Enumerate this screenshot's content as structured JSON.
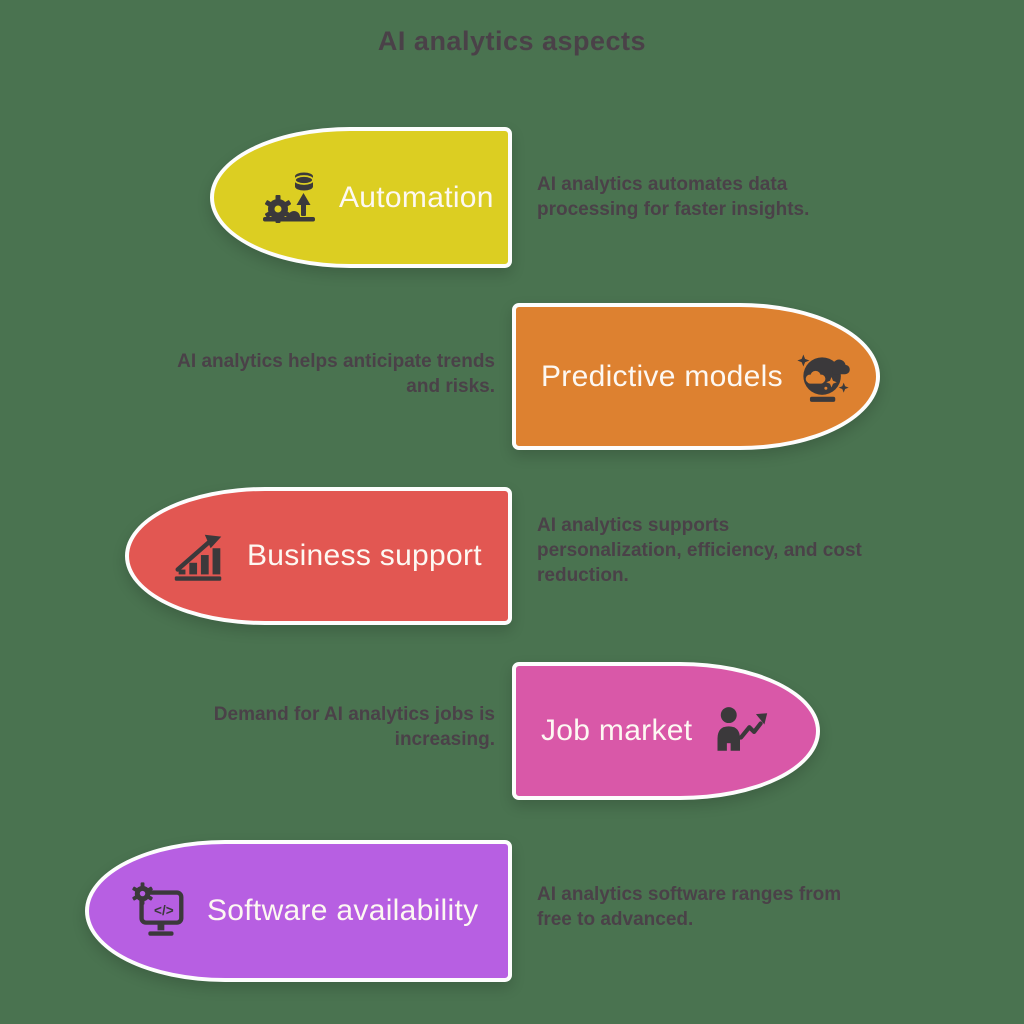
{
  "title": "AI analytics aspects",
  "colors": {
    "background": "#4a7350",
    "text_dark": "#4a4148",
    "card_label": "#fdf8f2",
    "card_border": "#fdfdfd",
    "icon_ink": "#3b393b"
  },
  "rows": [
    {
      "label": "Automation",
      "description": "AI analytics automates data processing for faster insights.",
      "color": "#dcce22",
      "icon": "automation-gear-arrow-database-icon",
      "card_side": "left",
      "description_side": "right"
    },
    {
      "label": "Predictive models",
      "description": "AI analytics helps anticipate trends and risks.",
      "color": "#dd8130",
      "icon": "crystal-ball-icon",
      "card_side": "right",
      "description_side": "left"
    },
    {
      "label": "Business support",
      "description": "AI analytics supports personalization, efficiency, and cost reduction.",
      "color": "#e25752",
      "icon": "bar-chart-growth-icon",
      "card_side": "left",
      "description_side": "right"
    },
    {
      "label": "Job market",
      "description": "Demand for AI analytics jobs is increasing.",
      "color": "#d958a8",
      "icon": "person-trend-arrow-icon",
      "card_side": "right",
      "description_side": "left"
    },
    {
      "label": "Software availability",
      "description": "AI analytics software ranges from free to advanced.",
      "color": "#b75fe2",
      "icon": "software-monitor-gear-code-icon",
      "card_side": "left",
      "description_side": "right"
    }
  ]
}
